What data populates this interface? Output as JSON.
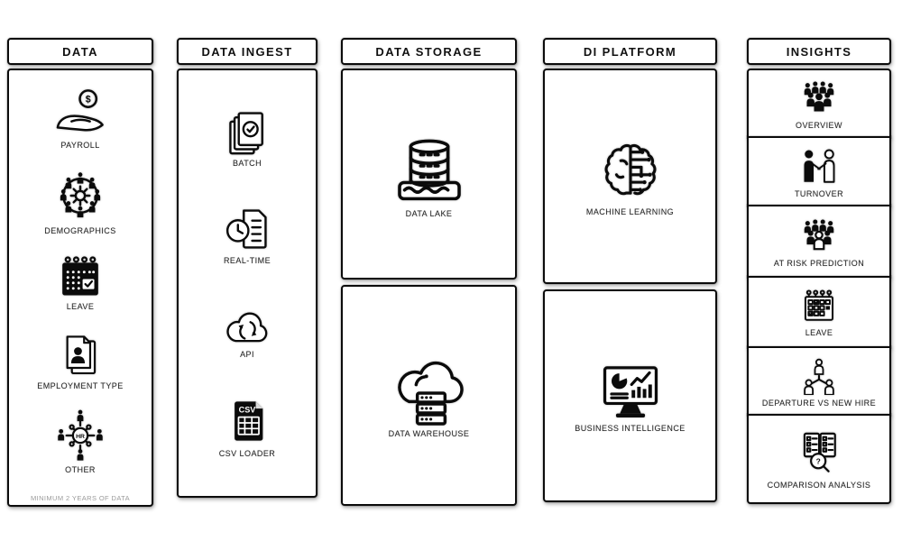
{
  "palette": {
    "ink": "#0b0b0b",
    "label": "#262626",
    "muted": "#9b9b9b",
    "background": "#ffffff"
  },
  "columns": {
    "data": {
      "title": "DATA",
      "items": [
        {
          "label": "PAYROLL",
          "icon": "hand-coin-icon"
        },
        {
          "label": "DEMOGRAPHICS",
          "icon": "people-network-gear-icon"
        },
        {
          "label": "LEAVE",
          "icon": "calendar-filled-icon"
        },
        {
          "label": "EMPLOYMENT TYPE",
          "icon": "document-person-icon"
        },
        {
          "label": "OTHER",
          "icon": "hr-network-icon"
        }
      ],
      "footnote": "MINIMUM 2 YEARS OF DATA"
    },
    "ingest": {
      "title": "DATA INGEST",
      "items": [
        {
          "label": "BATCH",
          "icon": "stacked-documents-check-icon"
        },
        {
          "label": "REAL-TIME",
          "icon": "clock-document-icon"
        },
        {
          "label": "API",
          "icon": "cloud-sync-icon"
        },
        {
          "label": "CSV LOADER",
          "icon": "csv-file-icon"
        }
      ]
    },
    "storage": {
      "title": "DATA STORAGE",
      "cells": [
        {
          "label": "DATA LAKE",
          "icon": "database-water-icon"
        },
        {
          "label": "DATA WAREHOUSE",
          "icon": "cloud-servers-icon"
        }
      ]
    },
    "platform": {
      "title": "DI PLATFORM",
      "cells": [
        {
          "label": "MACHINE LEARNING",
          "icon": "brain-circuit-icon"
        },
        {
          "label": "BUSINESS INTELLIGENCE",
          "icon": "dashboard-monitor-icon"
        }
      ]
    },
    "insights": {
      "title": "INSIGHTS",
      "cells": [
        {
          "label": "OVERVIEW",
          "icon": "people-group-icon"
        },
        {
          "label": "TURNOVER",
          "icon": "handshake-people-icon"
        },
        {
          "label": "AT RISK PREDICTION",
          "icon": "people-highlight-icon"
        },
        {
          "label": "LEAVE",
          "icon": "calendar-checks-icon"
        },
        {
          "label": "DEPARTURE VS NEW HIRE",
          "icon": "org-chart-people-icon"
        },
        {
          "label": "COMPARISON ANALYSIS",
          "icon": "lists-magnifier-icon"
        }
      ]
    }
  }
}
